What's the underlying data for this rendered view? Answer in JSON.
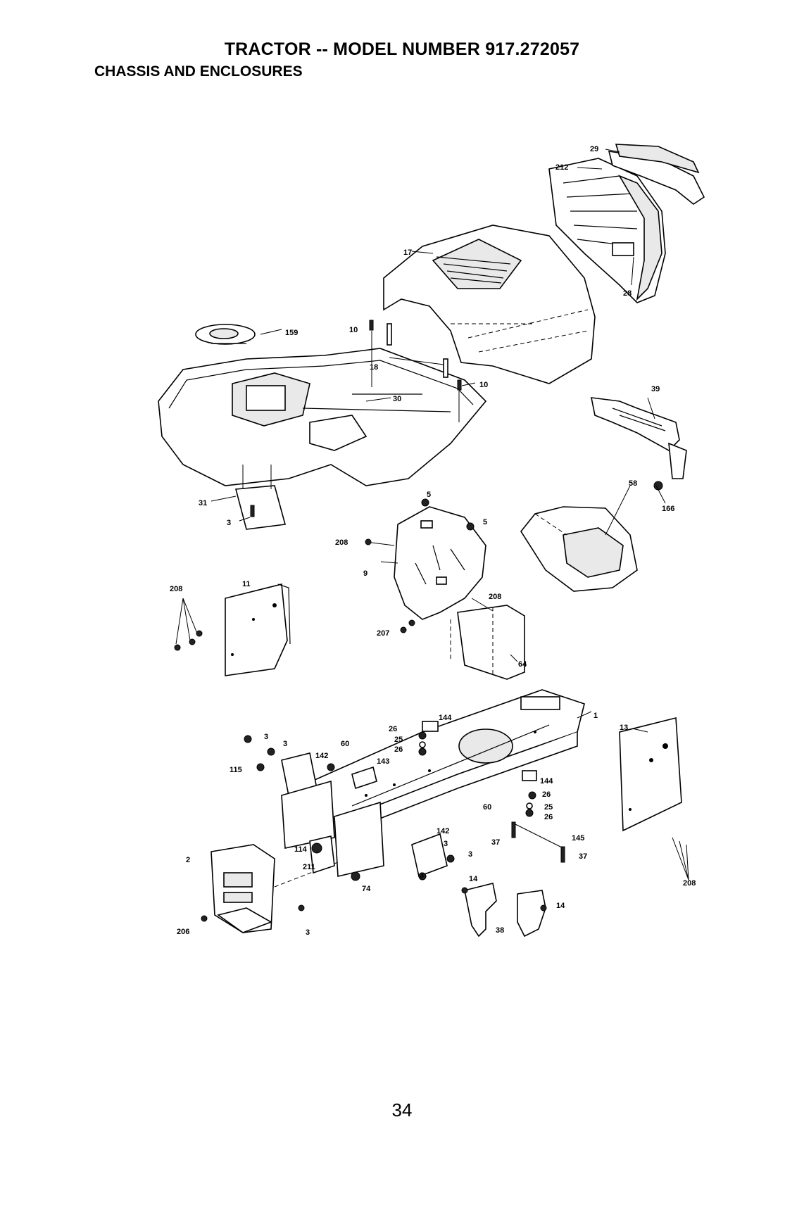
{
  "header": {
    "title": "TRACTOR -- MODEL NUMBER 917.272057",
    "subtitle": "CHASSIS AND ENCLOSURES"
  },
  "footer": {
    "page_number": "34"
  },
  "part_labels": {
    "p29": "29",
    "p212": "212",
    "p17": "17",
    "p28": "28",
    "p159": "159",
    "p10a": "10",
    "p18": "18",
    "p10b": "10",
    "p30": "30",
    "p39": "39",
    "p58": "58",
    "p166": "166",
    "p31": "31",
    "p3a": "3",
    "p5a": "5",
    "p5b": "5",
    "p208a": "208",
    "p9": "9",
    "p208b": "208",
    "p11": "11",
    "p208c": "208",
    "p207": "207",
    "p64": "64",
    "p144a": "144",
    "p26a": "26",
    "p25a": "25",
    "p26b": "26",
    "p1": "1",
    "p13": "13",
    "p3b": "3",
    "p3c": "3",
    "p60a": "60",
    "p142a": "142",
    "p115": "115",
    "p143": "143",
    "p144b": "144",
    "p26c": "26",
    "p60b": "60",
    "p25b": "25",
    "p26d": "26",
    "p142b": "142",
    "p3d": "3",
    "p3e": "3",
    "p3f": "3",
    "p37a": "37",
    "p145": "145",
    "p37b": "37",
    "p114": "114",
    "p2": "2",
    "p211": "211",
    "p74": "74",
    "p14a": "14",
    "p14b": "14",
    "p38": "38",
    "p208d": "208",
    "p3g": "3",
    "p206": "206"
  }
}
